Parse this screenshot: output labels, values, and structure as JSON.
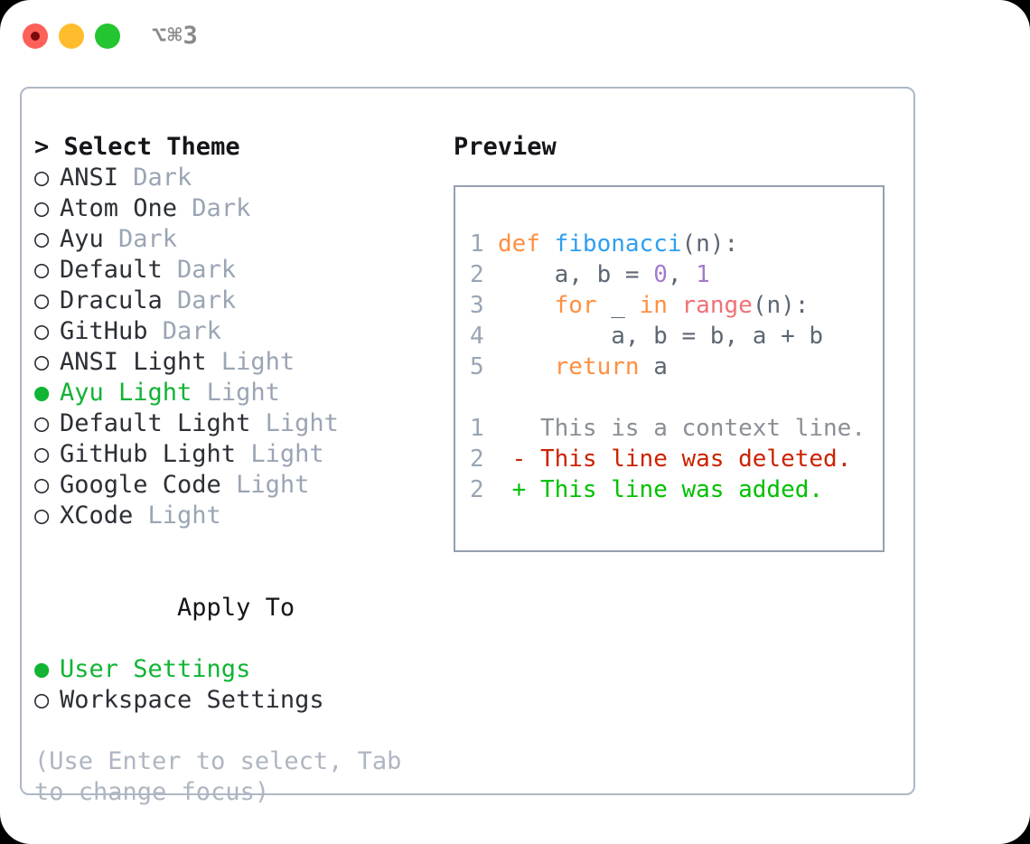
{
  "titlebar": {
    "shortcut": "⌥⌘3",
    "buttons": {
      "close": "close",
      "minimize": "minimize",
      "maximize": "maximize"
    }
  },
  "theme_picker": {
    "heading": "> Select Theme",
    "markers": {
      "unselected": "○",
      "selected": "●"
    },
    "items": [
      {
        "name": "ANSI",
        "category": "Dark",
        "selected": false
      },
      {
        "name": "Atom One",
        "category": "Dark",
        "selected": false
      },
      {
        "name": "Ayu",
        "category": "Dark",
        "selected": false
      },
      {
        "name": "Default",
        "category": "Dark",
        "selected": false
      },
      {
        "name": "Dracula",
        "category": "Dark",
        "selected": false
      },
      {
        "name": "GitHub",
        "category": "Dark",
        "selected": false
      },
      {
        "name": "ANSI Light",
        "category": "Light",
        "selected": false
      },
      {
        "name": "Ayu Light",
        "category": "Light",
        "selected": true
      },
      {
        "name": "Default Light",
        "category": "Light",
        "selected": false
      },
      {
        "name": "GitHub Light",
        "category": "Light",
        "selected": false
      },
      {
        "name": "Google Code",
        "category": "Light",
        "selected": false
      },
      {
        "name": "XCode",
        "category": "Light",
        "selected": false
      }
    ]
  },
  "apply_to": {
    "heading": "Apply To",
    "items": [
      {
        "name": "User Settings",
        "selected": true
      },
      {
        "name": "Workspace Settings",
        "selected": false
      }
    ]
  },
  "hint": "(Use Enter to select, Tab to change focus)",
  "preview": {
    "title": "Preview",
    "code_lines": [
      {
        "num": "1",
        "tokens": [
          {
            "t": "def ",
            "c": "kw"
          },
          {
            "t": "fibonacci",
            "c": "fn"
          },
          {
            "t": "(n):",
            "c": "plain"
          }
        ]
      },
      {
        "num": "2",
        "tokens": [
          {
            "t": "    a, b = ",
            "c": "plain"
          },
          {
            "t": "0",
            "c": "num"
          },
          {
            "t": ", ",
            "c": "plain"
          },
          {
            "t": "1",
            "c": "num"
          }
        ]
      },
      {
        "num": "3",
        "tokens": [
          {
            "t": "    ",
            "c": "plain"
          },
          {
            "t": "for",
            "c": "kw"
          },
          {
            "t": " _ ",
            "c": "plain"
          },
          {
            "t": "in",
            "c": "kw"
          },
          {
            "t": " ",
            "c": "plain"
          },
          {
            "t": "range",
            "c": "bi"
          },
          {
            "t": "(n):",
            "c": "plain"
          }
        ]
      },
      {
        "num": "4",
        "tokens": [
          {
            "t": "        a, b = b, a + b",
            "c": "plain"
          }
        ]
      },
      {
        "num": "5",
        "tokens": [
          {
            "t": "    ",
            "c": "plain"
          },
          {
            "t": "return",
            "c": "kw"
          },
          {
            "t": " a",
            "c": "plain"
          }
        ]
      }
    ],
    "diff_lines": [
      {
        "num": "1",
        "sign": " ",
        "text": " This is a context line.",
        "kind": "ctx"
      },
      {
        "num": "2",
        "sign": "-",
        "text": " This line was deleted.",
        "kind": "del"
      },
      {
        "num": "2",
        "sign": "+",
        "text": " This line was added.",
        "kind": "add"
      }
    ]
  },
  "colors": {
    "selected_green": "#12b434",
    "category_gray": "#9aa5b4",
    "keyword_orange": "#ff8f40",
    "function_blue": "#2e9fef",
    "number_purple": "#a37acc",
    "builtin_red": "#f07178",
    "diff_deleted": "#cc2200",
    "diff_added": "#00c000",
    "panel_border": "#aeb8c6"
  }
}
